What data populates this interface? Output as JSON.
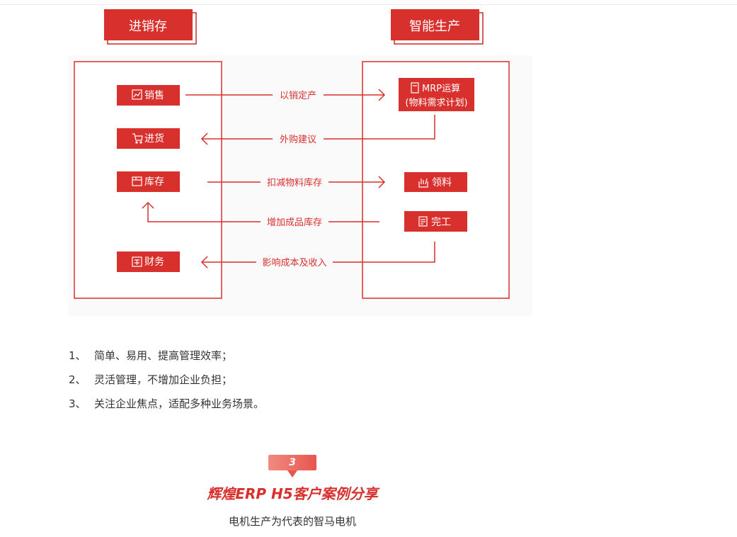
{
  "diagram": {
    "left_title": "进销存",
    "right_title": "智能生产",
    "left_items": {
      "sales": "销售",
      "purchase": "进货",
      "inventory": "库存",
      "finance": "财务"
    },
    "right_items": {
      "mrp_line1": "MRP运算",
      "mrp_line2": "(物料需求计划)",
      "picking": "领料",
      "completion": "完工"
    },
    "flows": {
      "f1": "以销定产",
      "f2": "外购建议",
      "f3": "扣减物料库存",
      "f4": "增加成品库存",
      "f5": "影响成本及收入"
    },
    "icons": {
      "sales": "chart-icon",
      "purchase": "cart-icon",
      "inventory": "box-icon",
      "finance": "wallet-icon",
      "mrp": "calculator-icon",
      "picking": "picking-icon",
      "completion": "document-icon"
    },
    "accent_color": "#d8302d"
  },
  "benefits": [
    {
      "num": "1、",
      "text": "简单、易用、提高管理效率；"
    },
    {
      "num": "2、",
      "text": "灵活管理，不增加企业负担；"
    },
    {
      "num": "3、",
      "text": "关注企业焦点，适配多种业务场景。"
    }
  ],
  "case": {
    "badge": "3",
    "title": "辉煌ERP H5客户案例分享",
    "subtitle": "电机生产为代表的智马电机"
  }
}
